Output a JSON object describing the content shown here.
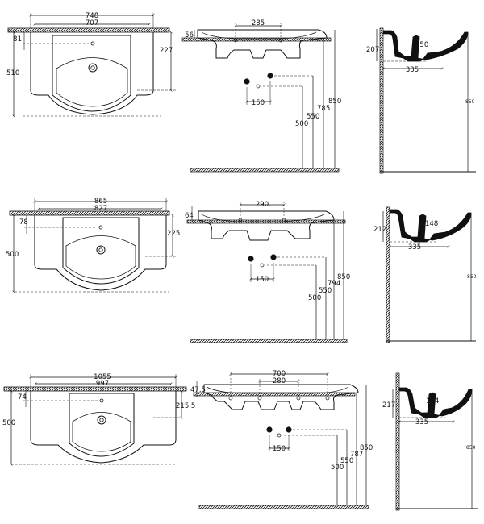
{
  "rows": [
    {
      "top": {
        "overall": "748",
        "inner": "707",
        "tap_offset": "81",
        "depth": "510",
        "bowl": "227"
      },
      "front": {
        "holes": "285",
        "rim": "56",
        "valve": "150",
        "floor_a": "500",
        "floor_b": "550",
        "floor_c": "785",
        "floor_d": "850"
      },
      "side": {
        "rim_h": "207",
        "inner": "150",
        "proj": "335",
        "height": "850"
      }
    },
    {
      "top": {
        "overall": "865",
        "inner": "827",
        "tap_offset": "78",
        "depth": "500",
        "bowl": "225"
      },
      "front": {
        "holes": "290",
        "rim": "64",
        "valve": "150",
        "floor_a": "500",
        "floor_b": "550",
        "floor_c": "794",
        "floor_d": "850"
      },
      "side": {
        "rim_h": "212",
        "inner": "148",
        "proj": "335",
        "height": "850"
      }
    },
    {
      "top": {
        "overall": "1055",
        "inner": "997",
        "tap_offset": "74",
        "depth": "500",
        "bowl": "215.5"
      },
      "front": {
        "holes_outer": "700",
        "holes": "280",
        "rim": "47.5",
        "valve": "150",
        "floor_a": "500",
        "floor_b": "550",
        "floor_c": "787",
        "floor_d": "850"
      },
      "side": {
        "rim_h": "217",
        "inner": "154",
        "proj": "335",
        "height": "850"
      }
    }
  ]
}
